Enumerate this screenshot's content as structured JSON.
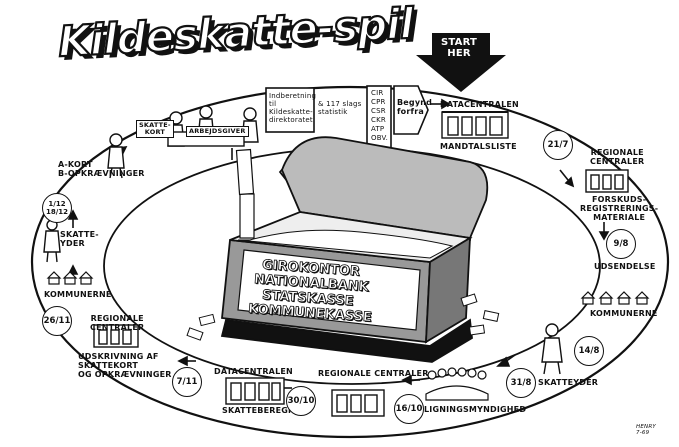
{
  "title": "Kildeskatte-spil",
  "start": {
    "line1": "START",
    "line2": "HER"
  },
  "chest_lines": [
    "GIROKONTOR",
    "NATIONALBANK",
    "STATSKASSE",
    "KOMMUNEKASSE"
  ],
  "top_boxes": {
    "indberetning": [
      "Indberetning",
      "til",
      "Kildeskatte-",
      "direktoratet"
    ],
    "statistik": [
      "& 117 slags",
      "statistik"
    ],
    "registers": [
      "CIR",
      "CPR",
      "CSR",
      "CKR",
      "ATP",
      "OBV."
    ],
    "begynd": [
      "Begynd",
      "forfra"
    ]
  },
  "labels": {
    "skattekort_sign": [
      "SKATTE-",
      "KORT"
    ],
    "arbejdsgiver_sign": "ARBEJDSGIVER",
    "datacentralen_top": "DATACENTRALEN",
    "mandtalsliste": "MANDTALSLISTE",
    "regionale_centraler_right": [
      "REGIONALE",
      "CENTRALER"
    ],
    "forskudsmateriale": [
      "FORSKUDS-",
      "REGISTRERINGS-",
      "MATERIALE"
    ],
    "udsendelse": "UDSENDELSE",
    "kommunerne_right": "KOMMUNERNE",
    "skatteyder_bottom": "SKATTEYDER",
    "ligningsmyndighed": "LIGNINGSMYNDIGHED",
    "regionale_centraler_bottom": "REGIONALE CENTRALER",
    "datacentralen_bottom": "DATACENTRALEN",
    "skatteberegning": "SKATTEBEREGNING",
    "udskrivning": [
      "UDSKRIVNING AF",
      "SKATTEKORT",
      "OG OPKRÆVNINGER"
    ],
    "regionale_centraler_left": [
      "REGIONALE",
      "CENTRALER"
    ],
    "kommunerne_left": "KOMMUNERNE",
    "skatteyder_left": [
      "SKATTE-",
      "YDER"
    ],
    "akort": [
      "A-KORT",
      "B-OPKRÆVNINGER"
    ],
    "signature": [
      "HENRY",
      "7-69"
    ]
  },
  "dates": {
    "d21_7": "21/7",
    "d9_8": "9/8",
    "d14_8": "14/8",
    "d31_8": "31/8",
    "d16_10": "16/10",
    "d30_10": "30/10",
    "d7_11": "7/11",
    "d26_11": "26/11",
    "d1_12": "1/12",
    "d18_12": "18/12"
  },
  "colors": {
    "ink": "#111111",
    "paper": "#ffffff"
  }
}
